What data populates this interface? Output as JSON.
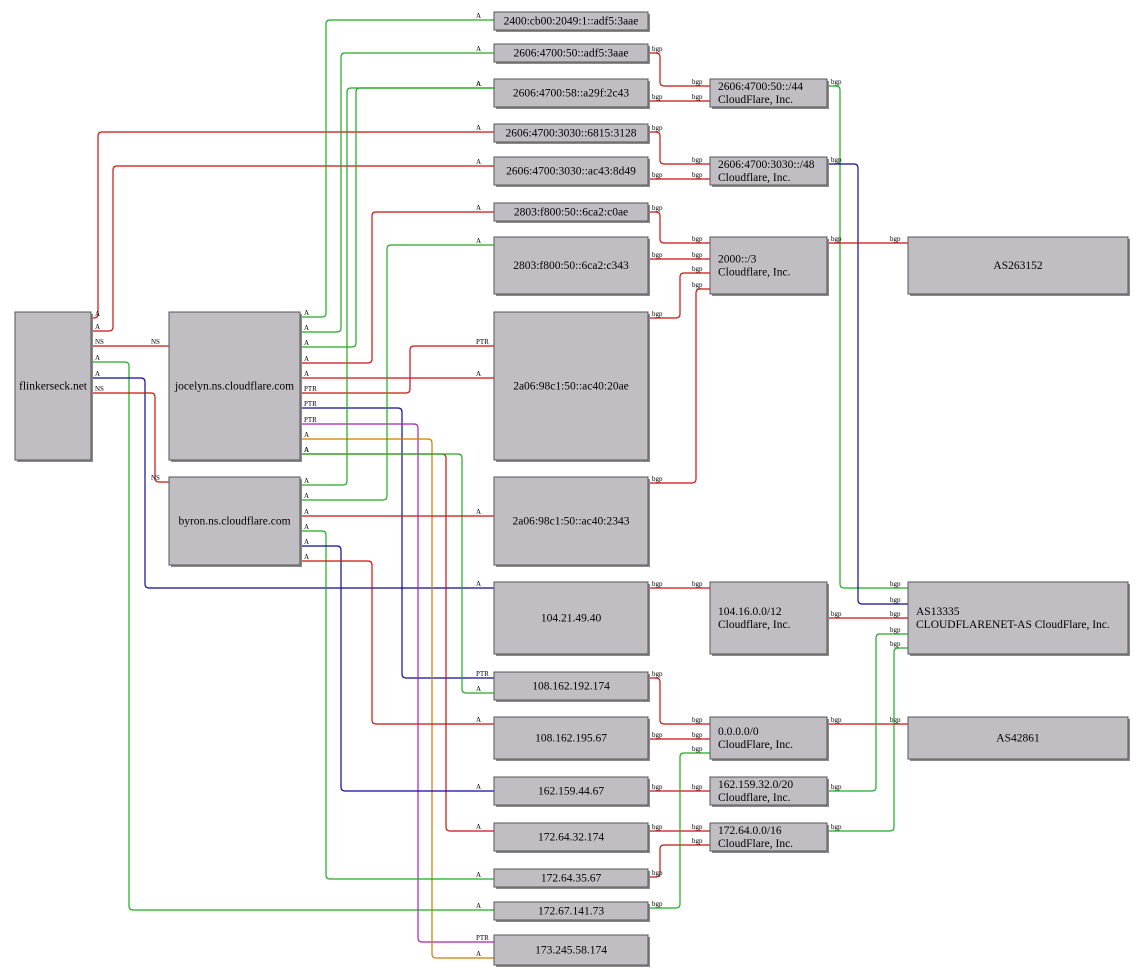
{
  "colors": {
    "A": "#1faa1f",
    "NS": "#cc1111",
    "PTR": "#0a0a99",
    "bgp": "#cc1111",
    "magenta": "#aa22aa",
    "orange": "#cc7a00",
    "blue": "#0a0a99",
    "green": "#1faa1f",
    "red": "#cc1111"
  },
  "nodes": [
    {
      "id": "flinkerseck",
      "lines": [
        "flinkerseck.net"
      ]
    },
    {
      "id": "jocelyn",
      "lines": [
        "jocelyn.ns.cloudflare.com"
      ]
    },
    {
      "id": "byron",
      "lines": [
        "byron.ns.cloudflare.com"
      ]
    },
    {
      "id": "ip2400",
      "lines": [
        "2400:cb00:2049:1::adf5:3aae"
      ]
    },
    {
      "id": "ip2606a",
      "lines": [
        "2606:4700:50::adf5:3aae"
      ]
    },
    {
      "id": "ip2606b",
      "lines": [
        "2606:4700:58::a29f:2c43"
      ]
    },
    {
      "id": "ip2606c",
      "lines": [
        "2606:4700:3030::6815:3128"
      ]
    },
    {
      "id": "ip2606d",
      "lines": [
        "2606:4700:3030::ac43:8d49"
      ]
    },
    {
      "id": "ip2803a",
      "lines": [
        "2803:f800:50::6ca2:c0ae"
      ]
    },
    {
      "id": "ip2803b",
      "lines": [
        "2803:f800:50::6ca2:c343"
      ]
    },
    {
      "id": "ip2a06a",
      "lines": [
        "2a06:98c1:50::ac40:20ae"
      ]
    },
    {
      "id": "ip2a06b",
      "lines": [
        "2a06:98c1:50::ac40:2343"
      ]
    },
    {
      "id": "ip104",
      "lines": [
        "104.21.49.40"
      ]
    },
    {
      "id": "ip108a",
      "lines": [
        "108.162.192.174"
      ]
    },
    {
      "id": "ip108b",
      "lines": [
        "108.162.195.67"
      ]
    },
    {
      "id": "ip162",
      "lines": [
        "162.159.44.67"
      ]
    },
    {
      "id": "ip172a",
      "lines": [
        "172.64.32.174"
      ]
    },
    {
      "id": "ip172b",
      "lines": [
        "172.64.35.67"
      ]
    },
    {
      "id": "ip172c",
      "lines": [
        "172.67.141.73"
      ]
    },
    {
      "id": "ip173",
      "lines": [
        "173.245.58.174"
      ]
    },
    {
      "id": "pf2606_44",
      "lines": [
        "2606:4700:50::/44",
        "CloudFlare, Inc."
      ]
    },
    {
      "id": "pf2606_48",
      "lines": [
        "2606:4700:3030::/48",
        "Cloudflare, Inc."
      ]
    },
    {
      "id": "pf2000",
      "lines": [
        "2000::/3",
        "Cloudflare, Inc."
      ]
    },
    {
      "id": "pf104",
      "lines": [
        "104.16.0.0/12",
        "Cloudflare, Inc."
      ]
    },
    {
      "id": "pf0",
      "lines": [
        "0.0.0.0/0",
        "CloudFlare, Inc."
      ]
    },
    {
      "id": "pf162",
      "lines": [
        "162.159.32.0/20",
        "Cloudflare, Inc."
      ]
    },
    {
      "id": "pf172",
      "lines": [
        "172.64.0.0/16",
        "CloudFlare, Inc."
      ]
    },
    {
      "id": "as263152",
      "lines": [
        "AS263152"
      ]
    },
    {
      "id": "as13335",
      "lines": [
        "AS13335",
        "CLOUDFLARENET-AS CloudFlare, Inc."
      ]
    },
    {
      "id": "as42861",
      "lines": [
        "AS42861"
      ]
    }
  ],
  "edges": [
    {
      "from": "flinkerseck",
      "to": "ip2606c",
      "label": "A",
      "color": "red"
    },
    {
      "from": "flinkerseck",
      "to": "ip2606d",
      "label": "A",
      "color": "red"
    },
    {
      "from": "flinkerseck",
      "to": "jocelyn",
      "label": "NS",
      "color": "red"
    },
    {
      "from": "flinkerseck",
      "to": "ip172c",
      "label": "A",
      "color": "green"
    },
    {
      "from": "flinkerseck",
      "to": "ip104",
      "label": "A",
      "color": "blue"
    },
    {
      "from": "flinkerseck",
      "to": "byron",
      "label": "NS",
      "color": "red"
    },
    {
      "from": "jocelyn",
      "to": "ip2400",
      "label": "A",
      "color": "green"
    },
    {
      "from": "jocelyn",
      "to": "ip2606a",
      "label": "A",
      "color": "green"
    },
    {
      "from": "jocelyn",
      "to": "ip2606b",
      "label": "A",
      "color": "green"
    },
    {
      "from": "jocelyn",
      "to": "ip2803a",
      "label": "A",
      "color": "red"
    },
    {
      "from": "jocelyn",
      "to": "ip2a06a",
      "label": "A",
      "color": "red"
    },
    {
      "from": "jocelyn",
      "to": "ip2a06a",
      "label": "PTR",
      "color": "red"
    },
    {
      "from": "jocelyn",
      "to": "ip108a",
      "label": "PTR",
      "color": "blue"
    },
    {
      "from": "jocelyn",
      "to": "ip173",
      "label": "PTR",
      "color": "magenta"
    },
    {
      "from": "jocelyn",
      "to": "ip173",
      "label": "A",
      "color": "orange"
    },
    {
      "from": "jocelyn",
      "to": "ip172a",
      "label": "A",
      "color": "red"
    },
    {
      "from": "jocelyn",
      "to": "ip108a",
      "label": "A",
      "color": "green"
    },
    {
      "from": "byron",
      "to": "ip2606b",
      "label": "A",
      "color": "green"
    },
    {
      "from": "byron",
      "to": "ip2803b",
      "label": "A",
      "color": "green"
    },
    {
      "from": "byron",
      "to": "ip2a06b",
      "label": "A",
      "color": "red"
    },
    {
      "from": "byron",
      "to": "ip172b",
      "label": "A",
      "color": "green"
    },
    {
      "from": "byron",
      "to": "ip162",
      "label": "A",
      "color": "blue"
    },
    {
      "from": "byron",
      "to": "ip108b",
      "label": "A",
      "color": "red"
    },
    {
      "from": "ip2606a",
      "to": "pf2606_44",
      "label": "bgp",
      "color": "red"
    },
    {
      "from": "ip2606b",
      "to": "pf2606_44",
      "label": "bgp",
      "color": "red"
    },
    {
      "from": "ip2606c",
      "to": "pf2606_48",
      "label": "bgp",
      "color": "red"
    },
    {
      "from": "ip2606d",
      "to": "pf2606_48",
      "label": "bgp",
      "color": "red"
    },
    {
      "from": "ip2803a",
      "to": "pf2000",
      "label": "bgp",
      "color": "red"
    },
    {
      "from": "ip2803b",
      "to": "pf2000",
      "label": "bgp",
      "color": "red"
    },
    {
      "from": "ip2a06a",
      "to": "pf2000",
      "label": "bgp",
      "color": "red"
    },
    {
      "from": "ip2a06b",
      "to": "pf2000",
      "label": "bgp",
      "color": "red"
    },
    {
      "from": "ip104",
      "to": "pf104",
      "label": "bgp",
      "color": "red"
    },
    {
      "from": "ip108a",
      "to": "pf0",
      "label": "bgp",
      "color": "red"
    },
    {
      "from": "ip108b",
      "to": "pf0",
      "label": "bgp",
      "color": "red"
    },
    {
      "from": "ip162",
      "to": "pf162",
      "label": "bgp",
      "color": "red"
    },
    {
      "from": "ip172a",
      "to": "pf172",
      "label": "bgp",
      "color": "red"
    },
    {
      "from": "ip172b",
      "to": "pf172",
      "label": "bgp",
      "color": "red"
    },
    {
      "from": "ip172c",
      "to": "pf0",
      "label": "bgp",
      "color": "green"
    },
    {
      "from": "pf2606_44",
      "to": "as13335",
      "label": "bgp",
      "color": "green"
    },
    {
      "from": "pf2606_48",
      "to": "as13335",
      "label": "bgp",
      "color": "blue"
    },
    {
      "from": "pf2000",
      "to": "as263152",
      "label": "bgp",
      "color": "red"
    },
    {
      "from": "pf104",
      "to": "as13335",
      "label": "bgp",
      "color": "red"
    },
    {
      "from": "pf0",
      "to": "as42861",
      "label": "bgp",
      "color": "red"
    },
    {
      "from": "pf162",
      "to": "as13335",
      "label": "bgp",
      "color": "green"
    },
    {
      "from": "pf172",
      "to": "as13335",
      "label": "bgp",
      "color": "green"
    }
  ]
}
